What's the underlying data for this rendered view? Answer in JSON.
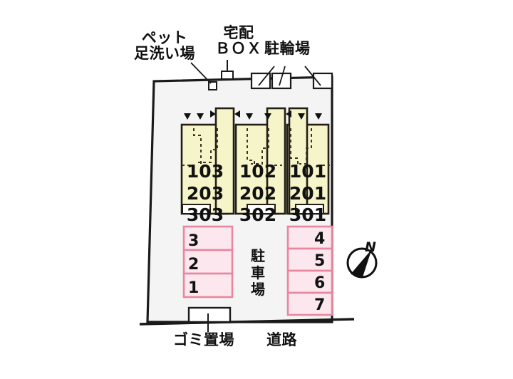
{
  "plan": {
    "title": "Apartment site layout plan",
    "colors": {
      "building_fill": "#f6f5c9",
      "building_stroke": "#231f16",
      "parking_fill": "#fce7ee",
      "parking_stroke": "#e8879f",
      "site_fill": "#f4f4f4",
      "site_stroke": "#1a1a1a",
      "text": "#111111",
      "white": "#ffffff"
    }
  },
  "callouts": {
    "pet_wash": {
      "line1": "ペット",
      "line2": "足洗い場",
      "name": "pet-foot-wash-station"
    },
    "delivery_box": {
      "line1": "宅配",
      "line2": "ＢＯＸ",
      "name": "delivery-box"
    },
    "bicycle_parking": {
      "line1": "駐輪場",
      "name": "bicycle-parking"
    },
    "garbage": {
      "line1": "ゴミ置場",
      "name": "garbage-station"
    },
    "road": {
      "line1": "道路",
      "name": "road"
    }
  },
  "building": {
    "blocks": [
      {
        "id": "block-103",
        "units": [
          "103",
          "203",
          "303"
        ]
      },
      {
        "id": "block-102",
        "units": [
          "102",
          "202",
          "302"
        ]
      },
      {
        "id": "block-101",
        "units": [
          "101",
          "201",
          "301"
        ]
      }
    ]
  },
  "parking": {
    "label_vertical": [
      "駐",
      "車",
      "場"
    ],
    "label_plain": "駐車場",
    "left_stalls": [
      "3",
      "2",
      "1"
    ],
    "right_stalls": [
      "4",
      "5",
      "6",
      "7"
    ]
  },
  "compass": {
    "letter": "N",
    "name": "compass-rose"
  }
}
